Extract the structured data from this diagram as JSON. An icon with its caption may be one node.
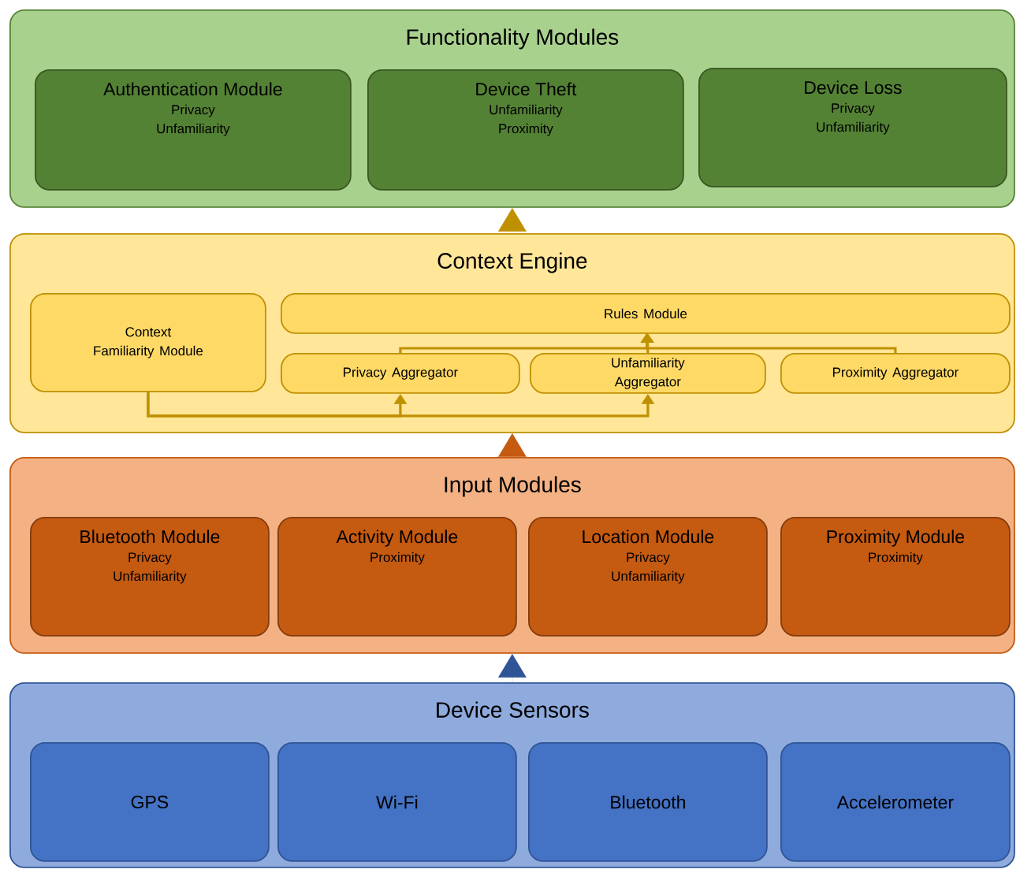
{
  "diagram": {
    "nodes": [
      {
        "text": [
          "Functionality Modules"
        ]
      },
      {
        "text": [
          "Authentication Module",
          "Privacy",
          "Unfamiliarity"
        ],
        "in": 0
      },
      {
        "text": [
          "Device Theft",
          "Unfamiliarity",
          "Proximity"
        ],
        "in": 0
      },
      {
        "text": [
          "Device Loss",
          "Privacy",
          "Unfamiliarity"
        ],
        "in": 0
      },
      {
        "text": [
          "Context Engine"
        ]
      },
      {
        "text": [
          "Context Familiarity Module"
        ],
        "in": 4
      },
      {
        "text": [
          "Rules Module"
        ],
        "in": 4
      },
      {
        "text": [
          "Privacy Aggregator"
        ],
        "in": 4
      },
      {
        "text": [
          "Unfamiliarity Aggregator"
        ],
        "in": 4
      },
      {
        "text": [
          "Proximity Aggregator"
        ],
        "in": 4
      },
      {
        "text": [
          "Input Modules"
        ]
      },
      {
        "text": [
          "Bluetooth Module",
          "Privacy",
          "Unfamiliarity"
        ],
        "in": 10
      },
      {
        "text": [
          "Activity Module",
          "Proximity"
        ],
        "in": 10
      },
      {
        "text": [
          "Location Module",
          "Privacy",
          "Unfamiliarity"
        ],
        "in": 10
      },
      {
        "text": [
          "Proximity Module",
          "Proximity"
        ],
        "in": 10
      },
      {
        "text": [
          "Device Sensors"
        ]
      },
      {
        "text": [
          "GPS"
        ],
        "in": 15
      },
      {
        "text": [
          "Wi-Fi"
        ],
        "in": 15
      },
      {
        "text": [
          "Bluetooth"
        ],
        "in": 15
      },
      {
        "text": [
          "Accelerometer"
        ],
        "in": 15
      }
    ],
    "edges": [
      {
        "from": 15,
        "to": 10,
        "arrow": "to",
        "color": "#2f5597"
      },
      {
        "from": 10,
        "to": 4,
        "arrow": "to",
        "color": "#c55a11"
      },
      {
        "from": 4,
        "to": 0,
        "arrow": "to"
      },
      {
        "from": 5,
        "to": 7,
        "arrow": "to"
      },
      {
        "from": 5,
        "to": 8,
        "arrow": "to"
      },
      {
        "from": 7,
        "to": 6,
        "arrow": "to"
      },
      {
        "from": 8,
        "to": 6,
        "arrow": "to"
      },
      {
        "from": 9,
        "to": 6,
        "arrow": "to"
      }
    ]
  }
}
